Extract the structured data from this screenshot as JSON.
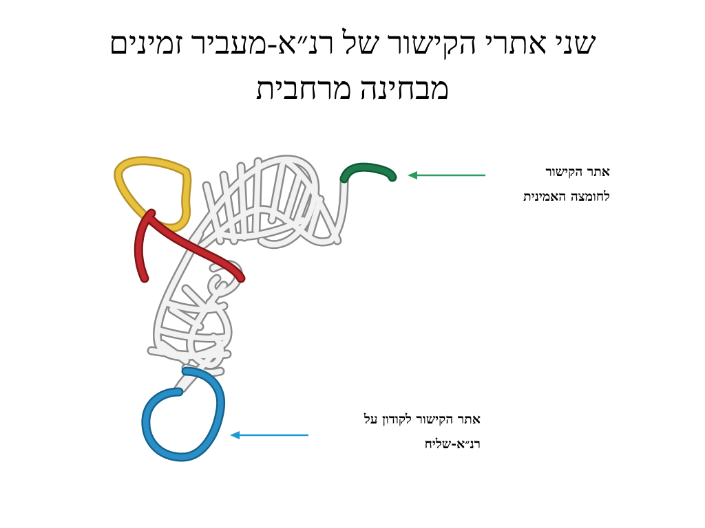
{
  "title": {
    "line1": "שני אתרי הקישור של רנ״א-מעביר זמינים",
    "line2": "מבחינה מרחבית"
  },
  "labels": {
    "amino_acid_site": {
      "line1": "אתר הקישור",
      "line2": "לחומצה האמינית"
    },
    "codon_site": {
      "line1": "אתר הקישור לקודון על",
      "line2": "רנ״א-שליח"
    }
  },
  "colors": {
    "acceptor_arm": "#1f7a4c",
    "d_loop": "#e8c23e",
    "variable_loop": "#c0282d",
    "anticodon_loop": "#2a8fc6",
    "arrow_amino": "#2e9a5c",
    "arrow_codon": "#1e9ad2",
    "tube": "#f2f2f2",
    "outline": "#8a8a8a"
  }
}
